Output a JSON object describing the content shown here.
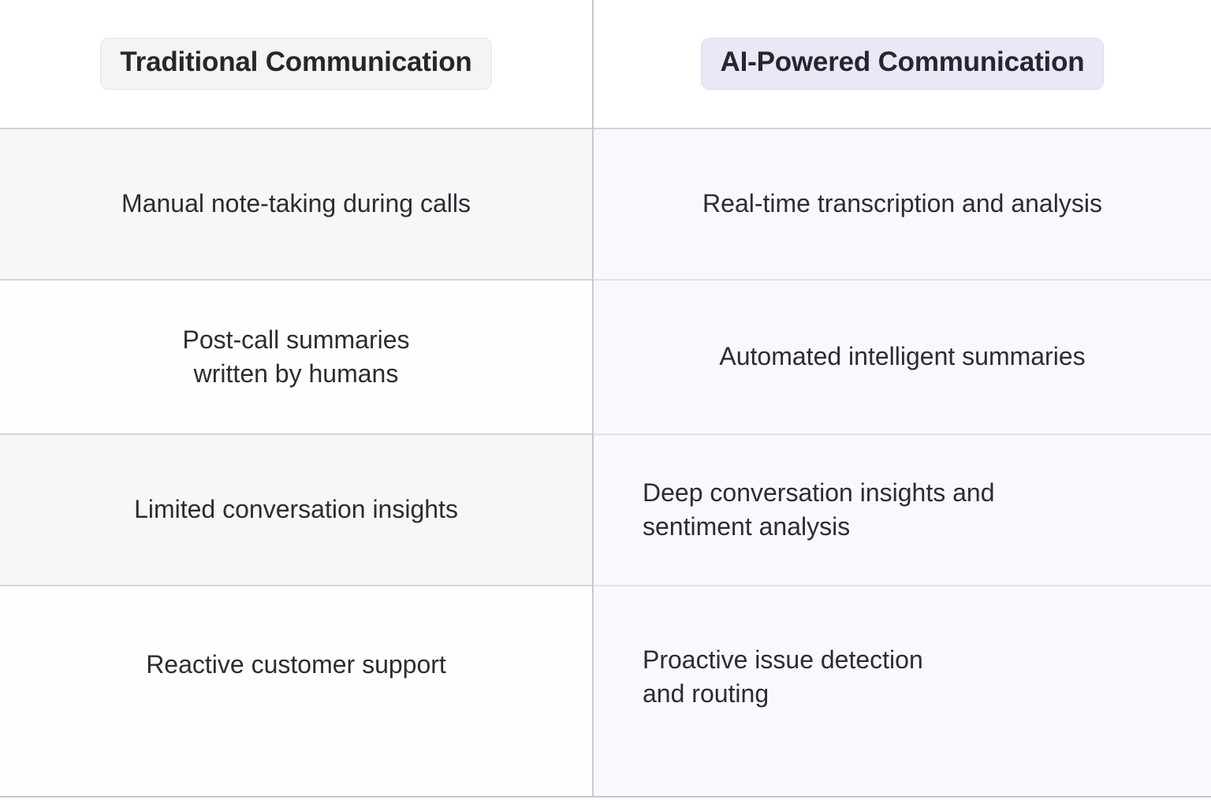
{
  "table": {
    "columns": [
      {
        "id": "traditional",
        "header": "Traditional Communication",
        "accent": "#f4f4f5"
      },
      {
        "id": "ai",
        "header": "AI-Powered Communication",
        "accent": "#eae7f6"
      }
    ],
    "rows": [
      {
        "traditional": "Manual note-taking during calls",
        "ai": "Real-time transcription and analysis"
      },
      {
        "traditional": "Post-call summaries\nwritten by humans",
        "ai": "Automated intelligent summaries"
      },
      {
        "traditional": "Limited conversation insights",
        "ai": "Deep conversation insights and\nsentiment analysis"
      },
      {
        "traditional": "Reactive customer support",
        "ai": "Proactive issue detection\nand routing"
      }
    ]
  },
  "colors": {
    "left_header_bg": "#f4f4f5",
    "right_header_bg": "#eae7f6",
    "left_row_tint": "#f7f7f8",
    "right_row_tint": "#faf8fc",
    "divider": "#c8c8cf",
    "text": "#2c2c32"
  }
}
